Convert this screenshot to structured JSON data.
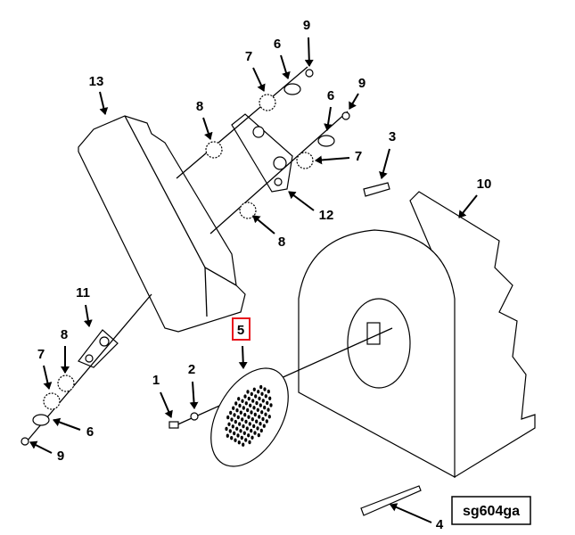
{
  "diagram": {
    "drawing_id": "sg604ga",
    "callouts": [
      "13",
      "8",
      "7",
      "6",
      "9",
      "6",
      "9",
      "3",
      "7",
      "12",
      "8",
      "10",
      "11",
      "8",
      "7",
      "6",
      "9",
      "1",
      "2",
      "5",
      "4"
    ],
    "highlighted_callout": "5",
    "highlight_color": "#e8141c"
  }
}
